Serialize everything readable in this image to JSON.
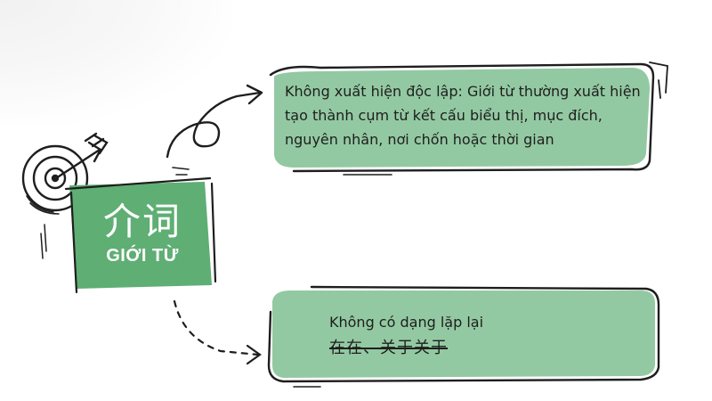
{
  "title_chinese": "介词",
  "title_vietnamese": "GIỚI TỪ",
  "top_box_text": "Không xuất hiện độc lập: Giới từ thường xuất hiện tạo thành cụm từ kết cấu biểu thị, mục đích, nguyên nhân, nơi chốn hoặc thời gian",
  "bottom_box_line1": "Không có dạng lặp lại",
  "bottom_box_line2": "在在、关于关于",
  "colors": {
    "box_fill": "#93c9a2",
    "title_fill": "#5fae74",
    "ink": "#1e1e1e"
  }
}
